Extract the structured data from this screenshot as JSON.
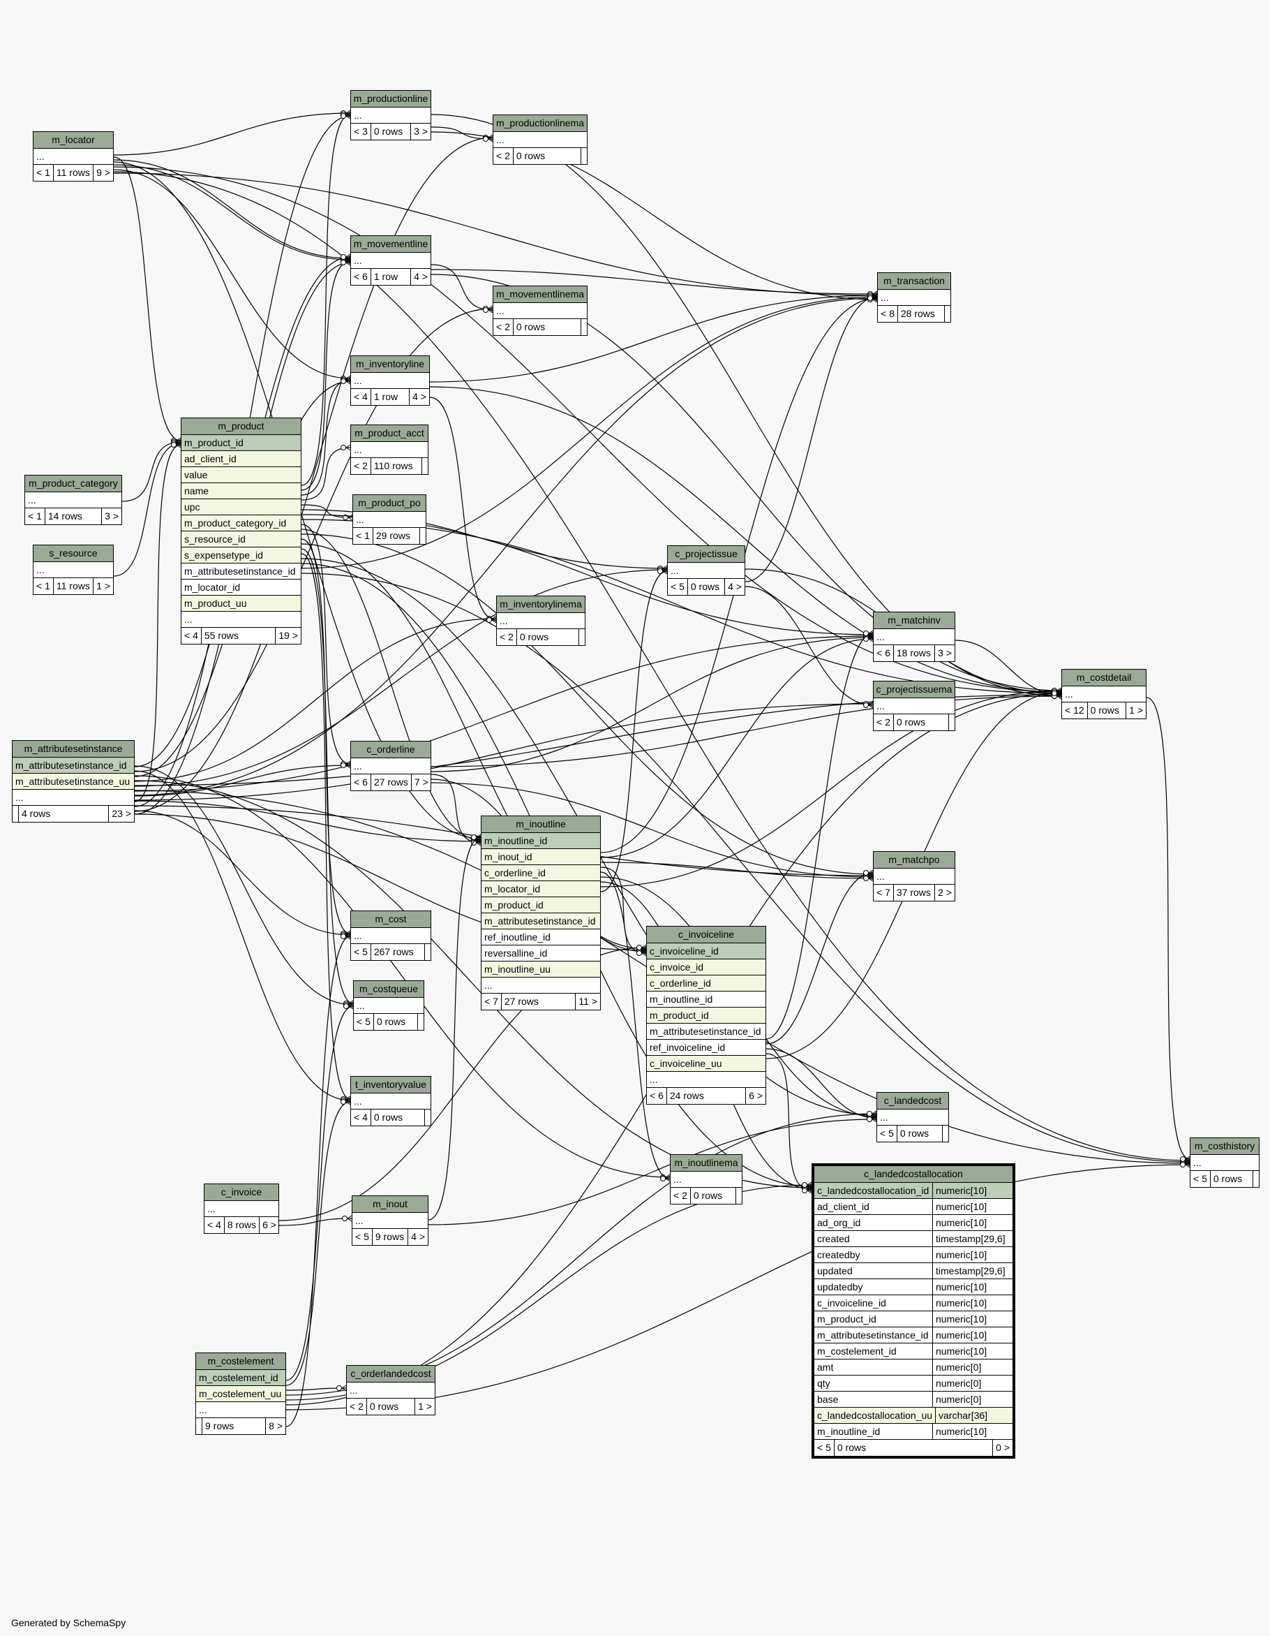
{
  "footer": "Generated by SchemaSpy",
  "tables": {
    "m_locator": {
      "name": "m_locator",
      "rows": [
        "..."
      ],
      "parents": "< 1",
      "count": "11 rows",
      "children": "9 >"
    },
    "m_productionline": {
      "name": "m_productionline",
      "rows": [
        "..."
      ],
      "parents": "< 3",
      "count": "0 rows",
      "children": "3 >"
    },
    "m_productionlinema": {
      "name": "m_productionlinema",
      "rows": [
        "..."
      ],
      "parents": "< 2",
      "count": "0 rows",
      "children": ""
    },
    "m_movementline": {
      "name": "m_movementline",
      "rows": [
        "..."
      ],
      "parents": "< 6",
      "count": "1 row",
      "children": "4 >"
    },
    "m_movementlinema": {
      "name": "m_movementlinema",
      "rows": [
        "..."
      ],
      "parents": "< 2",
      "count": "0 rows",
      "children": ""
    },
    "m_transaction": {
      "name": "m_transaction",
      "rows": [
        "..."
      ],
      "parents": "< 8",
      "count": "28 rows",
      "children": ""
    },
    "m_inventoryline": {
      "name": "m_inventoryline",
      "rows": [
        "..."
      ],
      "parents": "< 4",
      "count": "1 row",
      "children": "4 >"
    },
    "m_product": {
      "name": "m_product",
      "rows": [
        "m_product_id",
        "ad_client_id",
        "value",
        "name",
        "upc",
        "m_product_category_id",
        "s_resource_id",
        "s_expensetype_id",
        "m_attributesetinstance_id",
        "m_locator_id",
        "m_product_uu",
        "..."
      ],
      "parents": "< 4",
      "count": "55 rows",
      "children": "19 >"
    },
    "m_product_acct": {
      "name": "m_product_acct",
      "rows": [
        "..."
      ],
      "parents": "< 2",
      "count": "110 rows",
      "children": ""
    },
    "m_product_category": {
      "name": "m_product_category",
      "rows": [
        "..."
      ],
      "parents": "< 1",
      "count": "14 rows",
      "children": "3 >"
    },
    "m_product_po": {
      "name": "m_product_po",
      "rows": [
        "..."
      ],
      "parents": "< 1",
      "count": "29 rows",
      "children": ""
    },
    "s_resource": {
      "name": "s_resource",
      "rows": [
        "..."
      ],
      "parents": "< 1",
      "count": "11 rows",
      "children": "1 >"
    },
    "c_projectissue": {
      "name": "c_projectissue",
      "rows": [
        "..."
      ],
      "parents": "< 5",
      "count": "0 rows",
      "children": "4 >"
    },
    "m_inventorylinema": {
      "name": "m_inventorylinema",
      "rows": [
        "..."
      ],
      "parents": "< 2",
      "count": "0 rows",
      "children": ""
    },
    "m_matchinv": {
      "name": "m_matchinv",
      "rows": [
        "..."
      ],
      "parents": "< 6",
      "count": "18 rows",
      "children": "3 >"
    },
    "m_costdetail": {
      "name": "m_costdetail",
      "rows": [
        "..."
      ],
      "parents": "< 12",
      "count": "0 rows",
      "children": "1 >"
    },
    "c_projectissuema": {
      "name": "c_projectissuema",
      "rows": [
        "..."
      ],
      "parents": "< 2",
      "count": "0 rows",
      "children": ""
    },
    "m_attributesetinstance": {
      "name": "m_attributesetinstance",
      "rows": [
        "m_attributesetinstance_id",
        "m_attributesetinstance_uu",
        "..."
      ],
      "parents": "",
      "count": "4 rows",
      "children": "23 >"
    },
    "c_orderline": {
      "name": "c_orderline",
      "rows": [
        "..."
      ],
      "parents": "< 6",
      "count": "27 rows",
      "children": "7 >"
    },
    "m_inoutline": {
      "name": "m_inoutline",
      "rows": [
        "m_inoutline_id",
        "m_inout_id",
        "c_orderline_id",
        "m_locator_id",
        "m_product_id",
        "m_attributesetinstance_id",
        "ref_inoutline_id",
        "reversalline_id",
        "m_inoutline_uu",
        "..."
      ],
      "parents": "< 7",
      "count": "27 rows",
      "children": "11 >"
    },
    "m_matchpo": {
      "name": "m_matchpo",
      "rows": [
        "..."
      ],
      "parents": "< 7",
      "count": "37 rows",
      "children": "2 >"
    },
    "m_cost": {
      "name": "m_cost",
      "rows": [
        "..."
      ],
      "parents": "< 5",
      "count": "267 rows",
      "children": ""
    },
    "c_invoiceline": {
      "name": "c_invoiceline",
      "rows": [
        "c_invoiceline_id",
        "c_invoice_id",
        "c_orderline_id",
        "m_inoutline_id",
        "m_product_id",
        "m_attributesetinstance_id",
        "ref_invoiceline_id",
        "c_invoiceline_uu",
        "..."
      ],
      "parents": "< 6",
      "count": "24 rows",
      "children": "6 >"
    },
    "m_costqueue": {
      "name": "m_costqueue",
      "rows": [
        "..."
      ],
      "parents": "< 5",
      "count": "0 rows",
      "children": ""
    },
    "t_inventoryvalue": {
      "name": "t_inventoryvalue",
      "rows": [
        "..."
      ],
      "parents": "< 4",
      "count": "0 rows",
      "children": ""
    },
    "c_landedcost": {
      "name": "c_landedcost",
      "rows": [
        "..."
      ],
      "parents": "< 5",
      "count": "0 rows",
      "children": ""
    },
    "m_inoutlinema": {
      "name": "m_inoutlinema",
      "rows": [
        "..."
      ],
      "parents": "< 2",
      "count": "0 rows",
      "children": ""
    },
    "c_invoice": {
      "name": "c_invoice",
      "rows": [
        "..."
      ],
      "parents": "< 4",
      "count": "8 rows",
      "children": "6 >"
    },
    "m_inout": {
      "name": "m_inout",
      "rows": [
        "..."
      ],
      "parents": "< 5",
      "count": "9 rows",
      "children": "4 >"
    },
    "m_costhistory": {
      "name": "m_costhistory",
      "rows": [
        "..."
      ],
      "parents": "< 5",
      "count": "0 rows",
      "children": ""
    },
    "m_costelement": {
      "name": "m_costelement",
      "rows": [
        "m_costelement_id",
        "m_costelement_uu",
        "..."
      ],
      "parents": "",
      "count": "9 rows",
      "children": "8 >"
    },
    "c_orderlandedcost": {
      "name": "c_orderlandedcost",
      "rows": [
        "..."
      ],
      "parents": "< 2",
      "count": "0 rows",
      "children": "1 >"
    },
    "c_landedcostallocation": {
      "name": "c_landedcostallocation",
      "columns": [
        {
          "name": "c_landedcostallocation_id",
          "type": "numeric[10]"
        },
        {
          "name": "ad_client_id",
          "type": "numeric[10]"
        },
        {
          "name": "ad_org_id",
          "type": "numeric[10]"
        },
        {
          "name": "created",
          "type": "timestamp[29,6]"
        },
        {
          "name": "createdby",
          "type": "numeric[10]"
        },
        {
          "name": "updated",
          "type": "timestamp[29,6]"
        },
        {
          "name": "updatedby",
          "type": "numeric[10]"
        },
        {
          "name": "c_invoiceline_id",
          "type": "numeric[10]"
        },
        {
          "name": "m_product_id",
          "type": "numeric[10]"
        },
        {
          "name": "m_attributesetinstance_id",
          "type": "numeric[10]"
        },
        {
          "name": "m_costelement_id",
          "type": "numeric[10]"
        },
        {
          "name": "amt",
          "type": "numeric[0]"
        },
        {
          "name": "qty",
          "type": "numeric[0]"
        },
        {
          "name": "base",
          "type": "numeric[0]"
        },
        {
          "name": "c_landedcostallocation_uu",
          "type": "varchar[36]"
        },
        {
          "name": "m_inoutline_id",
          "type": "numeric[10]"
        }
      ],
      "parents": "< 5",
      "count": "0 rows",
      "children": "0 >"
    }
  },
  "relationships": [
    [
      "m_locator",
      "m_productionline"
    ],
    [
      "m_locator",
      "m_movementline"
    ],
    [
      "m_locator",
      "m_movementline"
    ],
    [
      "m_locator",
      "m_inventoryline"
    ],
    [
      "m_locator",
      "m_transaction"
    ],
    [
      "m_locator",
      "m_product"
    ],
    [
      "m_locator",
      "m_inoutline"
    ],
    [
      "m_locator",
      "m_costdetail"
    ],
    [
      "m_locator",
      "m_costhistory"
    ],
    [
      "m_product",
      "m_productionline"
    ],
    [
      "m_product",
      "m_movementline"
    ],
    [
      "m_product",
      "m_inventoryline"
    ],
    [
      "m_product",
      "m_product_acct"
    ],
    [
      "m_product",
      "m_product_po"
    ],
    [
      "m_product",
      "c_projectissue"
    ],
    [
      "m_product",
      "m_matchinv"
    ],
    [
      "m_product",
      "m_costdetail"
    ],
    [
      "m_product",
      "c_orderline"
    ],
    [
      "m_product",
      "m_inoutline"
    ],
    [
      "m_product",
      "m_matchpo"
    ],
    [
      "m_product",
      "m_cost"
    ],
    [
      "m_product",
      "c_invoiceline"
    ],
    [
      "m_product",
      "m_costqueue"
    ],
    [
      "m_product",
      "t_inventoryvalue"
    ],
    [
      "m_product",
      "c_landedcost"
    ],
    [
      "m_product",
      "c_landedcostallocation"
    ],
    [
      "m_product",
      "m_transaction"
    ],
    [
      "m_product",
      "m_costhistory"
    ],
    [
      "m_product_category",
      "m_product"
    ],
    [
      "s_resource",
      "m_product"
    ],
    [
      "m_attributesetinstance",
      "m_product"
    ],
    [
      "m_attributesetinstance",
      "m_productionline"
    ],
    [
      "m_attributesetinstance",
      "m_productionlinema"
    ],
    [
      "m_attributesetinstance",
      "m_movementline"
    ],
    [
      "m_attributesetinstance",
      "m_movementline"
    ],
    [
      "m_attributesetinstance",
      "m_movementlinema"
    ],
    [
      "m_attributesetinstance",
      "m_inventoryline"
    ],
    [
      "m_attributesetinstance",
      "m_inventorylinema"
    ],
    [
      "m_attributesetinstance",
      "c_projectissue"
    ],
    [
      "m_attributesetinstance",
      "m_matchinv"
    ],
    [
      "m_attributesetinstance",
      "c_orderline"
    ],
    [
      "m_attributesetinstance",
      "m_inoutline"
    ],
    [
      "m_attributesetinstance",
      "m_matchpo"
    ],
    [
      "m_attributesetinstance",
      "m_cost"
    ],
    [
      "m_attributesetinstance",
      "c_invoiceline"
    ],
    [
      "m_attributesetinstance",
      "m_costqueue"
    ],
    [
      "m_attributesetinstance",
      "t_inventoryvalue"
    ],
    [
      "m_attributesetinstance",
      "m_inoutlinema"
    ],
    [
      "m_attributesetinstance",
      "c_landedcostallocation"
    ],
    [
      "m_attributesetinstance",
      "m_costdetail"
    ],
    [
      "m_attributesetinstance",
      "m_costhistory"
    ],
    [
      "m_attributesetinstance",
      "m_transaction"
    ],
    [
      "m_attributesetinstance",
      "c_projectissuema"
    ],
    [
      "m_productionline",
      "m_productionlinema"
    ],
    [
      "m_productionline",
      "m_transaction"
    ],
    [
      "m_productionline",
      "m_costdetail"
    ],
    [
      "m_movementline",
      "m_movementlinema"
    ],
    [
      "m_movementline",
      "m_transaction"
    ],
    [
      "m_movementline",
      "m_costdetail"
    ],
    [
      "m_inventoryline",
      "m_inventorylinema"
    ],
    [
      "m_inventoryline",
      "m_transaction"
    ],
    [
      "m_inventoryline",
      "m_costdetail"
    ],
    [
      "c_projectissue",
      "m_transaction"
    ],
    [
      "c_projectissue",
      "c_projectissuema"
    ],
    [
      "c_projectissue",
      "m_costdetail"
    ],
    [
      "m_matchinv",
      "m_costdetail"
    ],
    [
      "c_orderline",
      "m_inoutline"
    ],
    [
      "c_orderline",
      "c_invoiceline"
    ],
    [
      "c_orderline",
      "m_matchpo"
    ],
    [
      "c_orderline",
      "m_costdetail"
    ],
    [
      "c_orderline",
      "m_matchinv"
    ],
    [
      "m_inoutline",
      "m_transaction"
    ],
    [
      "m_inoutline",
      "m_matchinv"
    ],
    [
      "m_inoutline",
      "m_matchpo"
    ],
    [
      "m_inoutline",
      "c_invoiceline"
    ],
    [
      "m_inoutline",
      "m_inoutlinema"
    ],
    [
      "m_inoutline",
      "c_landedcost"
    ],
    [
      "m_inoutline",
      "c_landedcostallocation"
    ],
    [
      "m_inoutline",
      "m_costdetail"
    ],
    [
      "m_inoutline",
      "c_projectissue"
    ],
    [
      "c_invoiceline",
      "m_matchinv"
    ],
    [
      "c_invoiceline",
      "m_matchpo"
    ],
    [
      "c_invoiceline",
      "c_landedcost"
    ],
    [
      "c_invoiceline",
      "c_landedcostallocation"
    ],
    [
      "c_invoiceline",
      "m_costdetail"
    ],
    [
      "c_invoice",
      "c_invoiceline"
    ],
    [
      "c_invoice",
      "m_inout"
    ],
    [
      "m_inout",
      "m_inoutline"
    ],
    [
      "m_inout",
      "c_landedcost"
    ],
    [
      "m_costelement",
      "m_cost"
    ],
    [
      "m_costelement",
      "m_costqueue"
    ],
    [
      "m_costelement",
      "t_inventoryvalue"
    ],
    [
      "m_costelement",
      "c_orderlandedcost"
    ],
    [
      "m_costelement",
      "c_landedcost"
    ],
    [
      "m_costelement",
      "c_landedcostallocation"
    ],
    [
      "m_costelement",
      "m_costdetail"
    ],
    [
      "m_costelement",
      "m_costhistory"
    ],
    [
      "m_costdetail",
      "m_costhistory"
    ]
  ]
}
